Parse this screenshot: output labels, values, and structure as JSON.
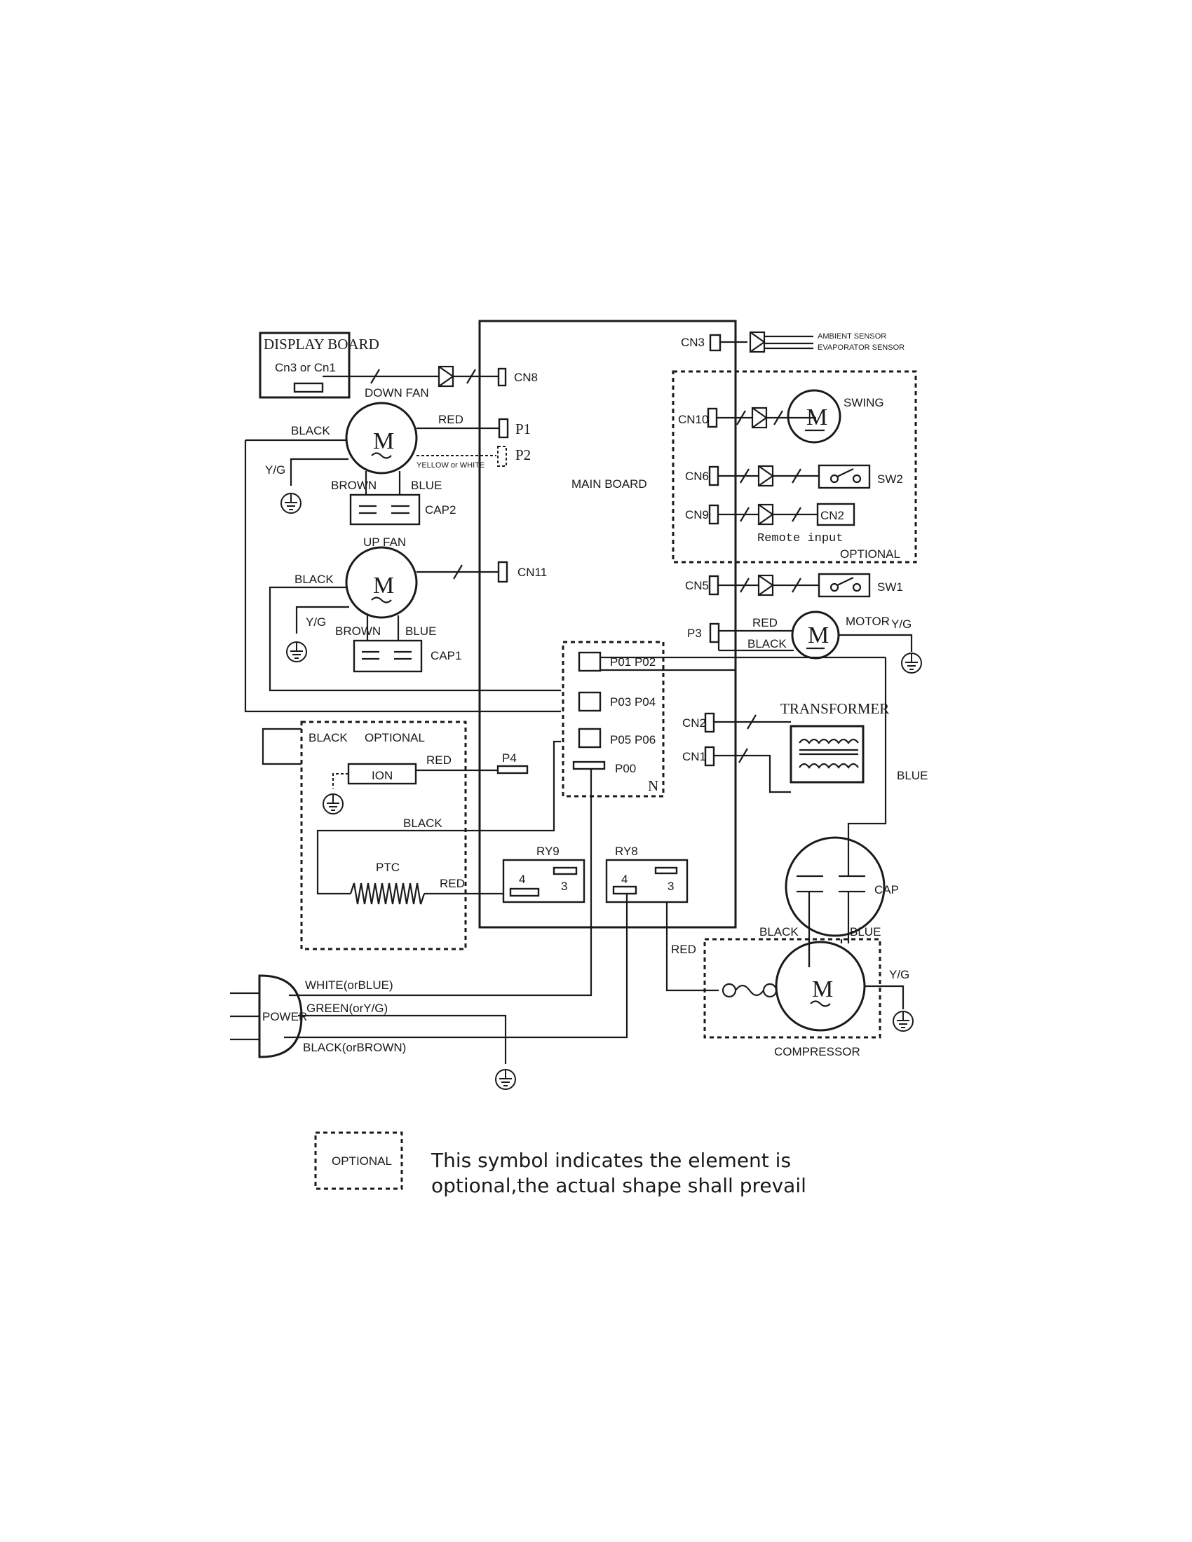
{
  "labels": {
    "display_board": "DISPLAY BOARD",
    "display_conn": "Cn3 or Cn1",
    "down_fan": "DOWN FAN",
    "up_fan": "UP FAN",
    "black": "BLACK",
    "red": "RED",
    "brown": "BROWN",
    "blue": "BLUE",
    "yg": "Y/G",
    "yellow_white": "YELLOW or WHITE",
    "cap1": "CAP1",
    "cap2": "CAP2",
    "cap": "CAP",
    "motor_symbol": "M",
    "main_board": "MAIN BOARD",
    "cn3": "CN3",
    "cn8": "CN8",
    "cn10": "CN10",
    "cn6": "CN6",
    "cn9": "CN9",
    "cn11": "CN11",
    "cn5": "CN5",
    "cn2": "CN2",
    "cn1": "CN1",
    "p1": "P1",
    "p2": "P2",
    "p3": "P3",
    "p4": "P4",
    "p01_p02": "P01 P02",
    "p03_p04": "P03 P04",
    "p05_p06": "P05 P06",
    "p00": "P00",
    "n": "N",
    "ambient_sensor": "AMBIENT SENSOR",
    "evaporator_sensor": "EVAPORATOR SENSOR",
    "swing": "SWING",
    "sw2": "SW2",
    "sw1": "SW1",
    "cn2_remote": "CN2",
    "remote_input": "Remote input",
    "optional": "OPTIONAL",
    "optional_ion": "OPTIONAL",
    "motor": "MOTOR",
    "transformer": "TRANSFORMER",
    "ion": "ION",
    "ptc": "PTC",
    "ry9": "RY9",
    "ry8": "RY8",
    "ry9_pin4": "4",
    "ry9_pin3": "3",
    "ry8_pin4": "4",
    "ry8_pin3": "3",
    "power": "POWER",
    "white_or_blue": "WHITE(orBLUE)",
    "green_or_yg": "GREEN(orY/G)",
    "black_or_brown": "BLACK(orBROWN)",
    "compressor": "COMPRESSOR",
    "legend_box": "OPTIONAL",
    "legend_line1": "This symbol indicates the element is",
    "legend_line2": "optional,the actual shape shall prevail"
  }
}
